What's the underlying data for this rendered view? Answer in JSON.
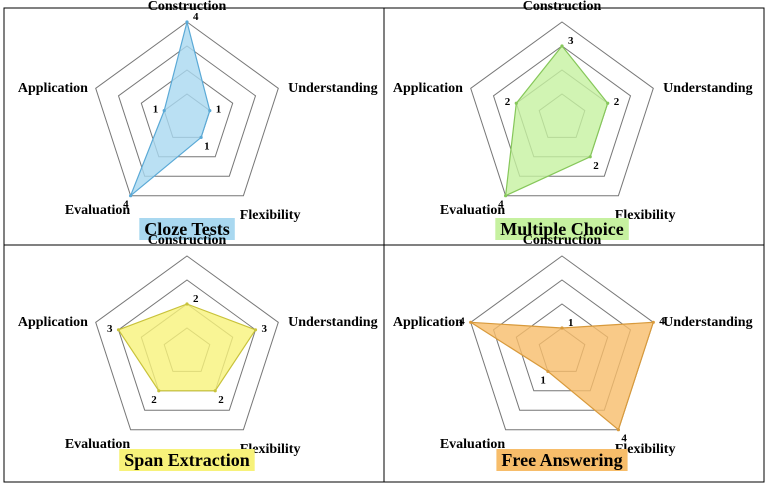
{
  "chart_data": [
    {
      "type": "radar",
      "title": "Cloze Tests",
      "title_bg": "#a9d8f0",
      "fill": "#a9d8f0",
      "stroke": "#5aa9d6",
      "axes": [
        "Construction",
        "Understanding",
        "Flexibility",
        "Evaluation",
        "Application"
      ],
      "values": [
        4,
        1,
        1,
        4,
        1
      ],
      "rmax": 4,
      "value_labels": [
        "4",
        "1",
        "1",
        "4",
        "1"
      ]
    },
    {
      "type": "radar",
      "title": "Multiple Choice",
      "title_bg": "#c6f1a0",
      "fill": "#c6f1a0",
      "stroke": "#86c75a",
      "axes": [
        "Construction",
        "Understanding",
        "Flexibility",
        "Evaluation",
        "Application"
      ],
      "values": [
        3,
        2,
        2,
        4,
        2
      ],
      "rmax": 4,
      "value_labels": [
        "3",
        "2",
        "2",
        "4",
        "2"
      ]
    },
    {
      "type": "radar",
      "title": "Span Extraction",
      "title_bg": "#f7f27a",
      "fill": "#f7f27a",
      "stroke": "#c8c23a",
      "axes": [
        "Construction",
        "Understanding",
        "Flexibility",
        "Evaluation",
        "Application"
      ],
      "values": [
        2,
        3,
        2,
        2,
        3
      ],
      "rmax": 4,
      "value_labels": [
        "2",
        "3",
        "2",
        "2",
        "3"
      ]
    },
    {
      "type": "radar",
      "title": "Free Answering",
      "title_bg": "#f7bd6a",
      "fill": "#f7bd6a",
      "stroke": "#d89a3c",
      "axes": [
        "Construction",
        "Understanding",
        "Flexibility",
        "Evaluation",
        "Application"
      ],
      "values": [
        1,
        4,
        4,
        1,
        4
      ],
      "rmax": 4,
      "value_labels": [
        "1",
        "4",
        "4",
        "1",
        "4"
      ]
    }
  ]
}
